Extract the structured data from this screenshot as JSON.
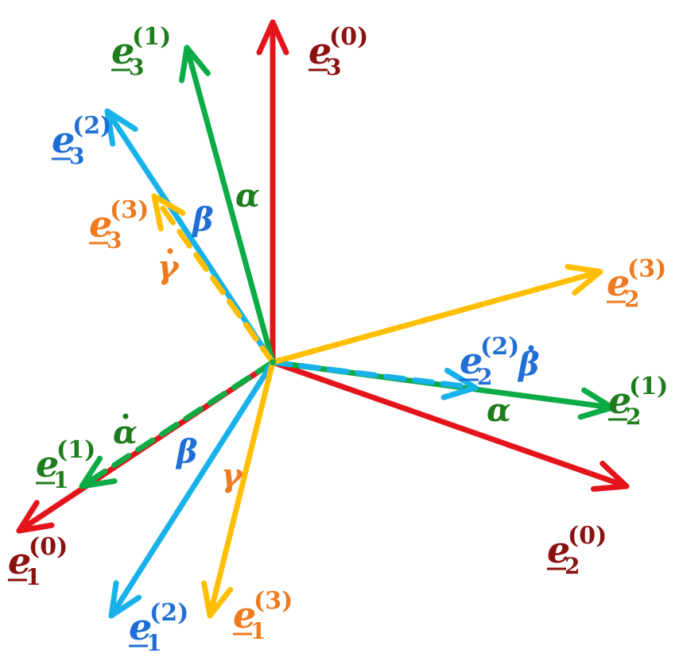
{
  "colors": {
    "frame0_arrow": "#e5131a",
    "frame0_label": "#8b1010",
    "frame1": "#0cab45",
    "frame1_label": "#1d7d1d",
    "frame2": "#17b2ea",
    "frame2_label": "#1f6fd6",
    "frame3": "#ffbf00",
    "frame3_label": "#f07a1e"
  },
  "vectors": [
    {
      "id": "e1-0",
      "frame": "0",
      "base": "e",
      "index": "1",
      "sup": "(0)"
    },
    {
      "id": "e2-0",
      "frame": "0",
      "base": "e",
      "index": "2",
      "sup": "(0)"
    },
    {
      "id": "e3-0",
      "frame": "0",
      "base": "e",
      "index": "3",
      "sup": "(0)"
    },
    {
      "id": "e1-1",
      "frame": "1",
      "base": "e",
      "index": "1",
      "sup": "(1)"
    },
    {
      "id": "e2-1",
      "frame": "1",
      "base": "e",
      "index": "2",
      "sup": "(1)"
    },
    {
      "id": "e3-1",
      "frame": "1",
      "base": "e",
      "index": "3",
      "sup": "(1)"
    },
    {
      "id": "e1-2",
      "frame": "2",
      "base": "e",
      "index": "1",
      "sup": "(2)"
    },
    {
      "id": "e2-2",
      "frame": "2",
      "base": "e",
      "index": "2",
      "sup": "(2)"
    },
    {
      "id": "e3-2",
      "frame": "2",
      "base": "e",
      "index": "3",
      "sup": "(2)"
    },
    {
      "id": "e1-3",
      "frame": "3",
      "base": "e",
      "index": "1",
      "sup": "(3)"
    },
    {
      "id": "e2-3",
      "frame": "3",
      "base": "e",
      "index": "2",
      "sup": "(3)"
    },
    {
      "id": "e3-3",
      "frame": "3",
      "base": "e",
      "index": "3",
      "sup": "(3)"
    }
  ],
  "angles": [
    {
      "id": "alpha-top",
      "symbol": "α",
      "dot": false,
      "frame": "1"
    },
    {
      "id": "alpha-right",
      "symbol": "α",
      "dot": false,
      "frame": "1"
    },
    {
      "id": "alpha-dot-left",
      "symbol": "α",
      "dot": true,
      "frame": "1"
    },
    {
      "id": "beta-top",
      "symbol": "β",
      "dot": false,
      "frame": "2"
    },
    {
      "id": "beta-bottom",
      "symbol": "β",
      "dot": false,
      "frame": "2"
    },
    {
      "id": "beta-dot-right",
      "symbol": "β",
      "dot": true,
      "frame": "2"
    },
    {
      "id": "gamma-bottom",
      "symbol": "γ",
      "dot": false,
      "frame": "3"
    },
    {
      "id": "gamma-dot-top",
      "symbol": "γ",
      "dot": true,
      "frame": "3"
    }
  ]
}
